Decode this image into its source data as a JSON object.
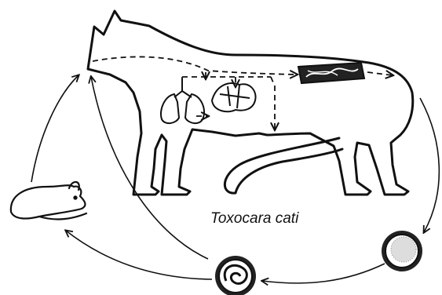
{
  "figure": {
    "caption": "Toxocara cati",
    "colors": {
      "ink": "#111111",
      "paper": "#ffffff"
    },
    "elements": {
      "host": "cat-outline",
      "organs": [
        "lungs",
        "liver",
        "intestine"
      ],
      "stages": [
        "unembryonated-egg",
        "embryonated-egg-with-larva"
      ],
      "paratenic_host": "mouse"
    }
  }
}
